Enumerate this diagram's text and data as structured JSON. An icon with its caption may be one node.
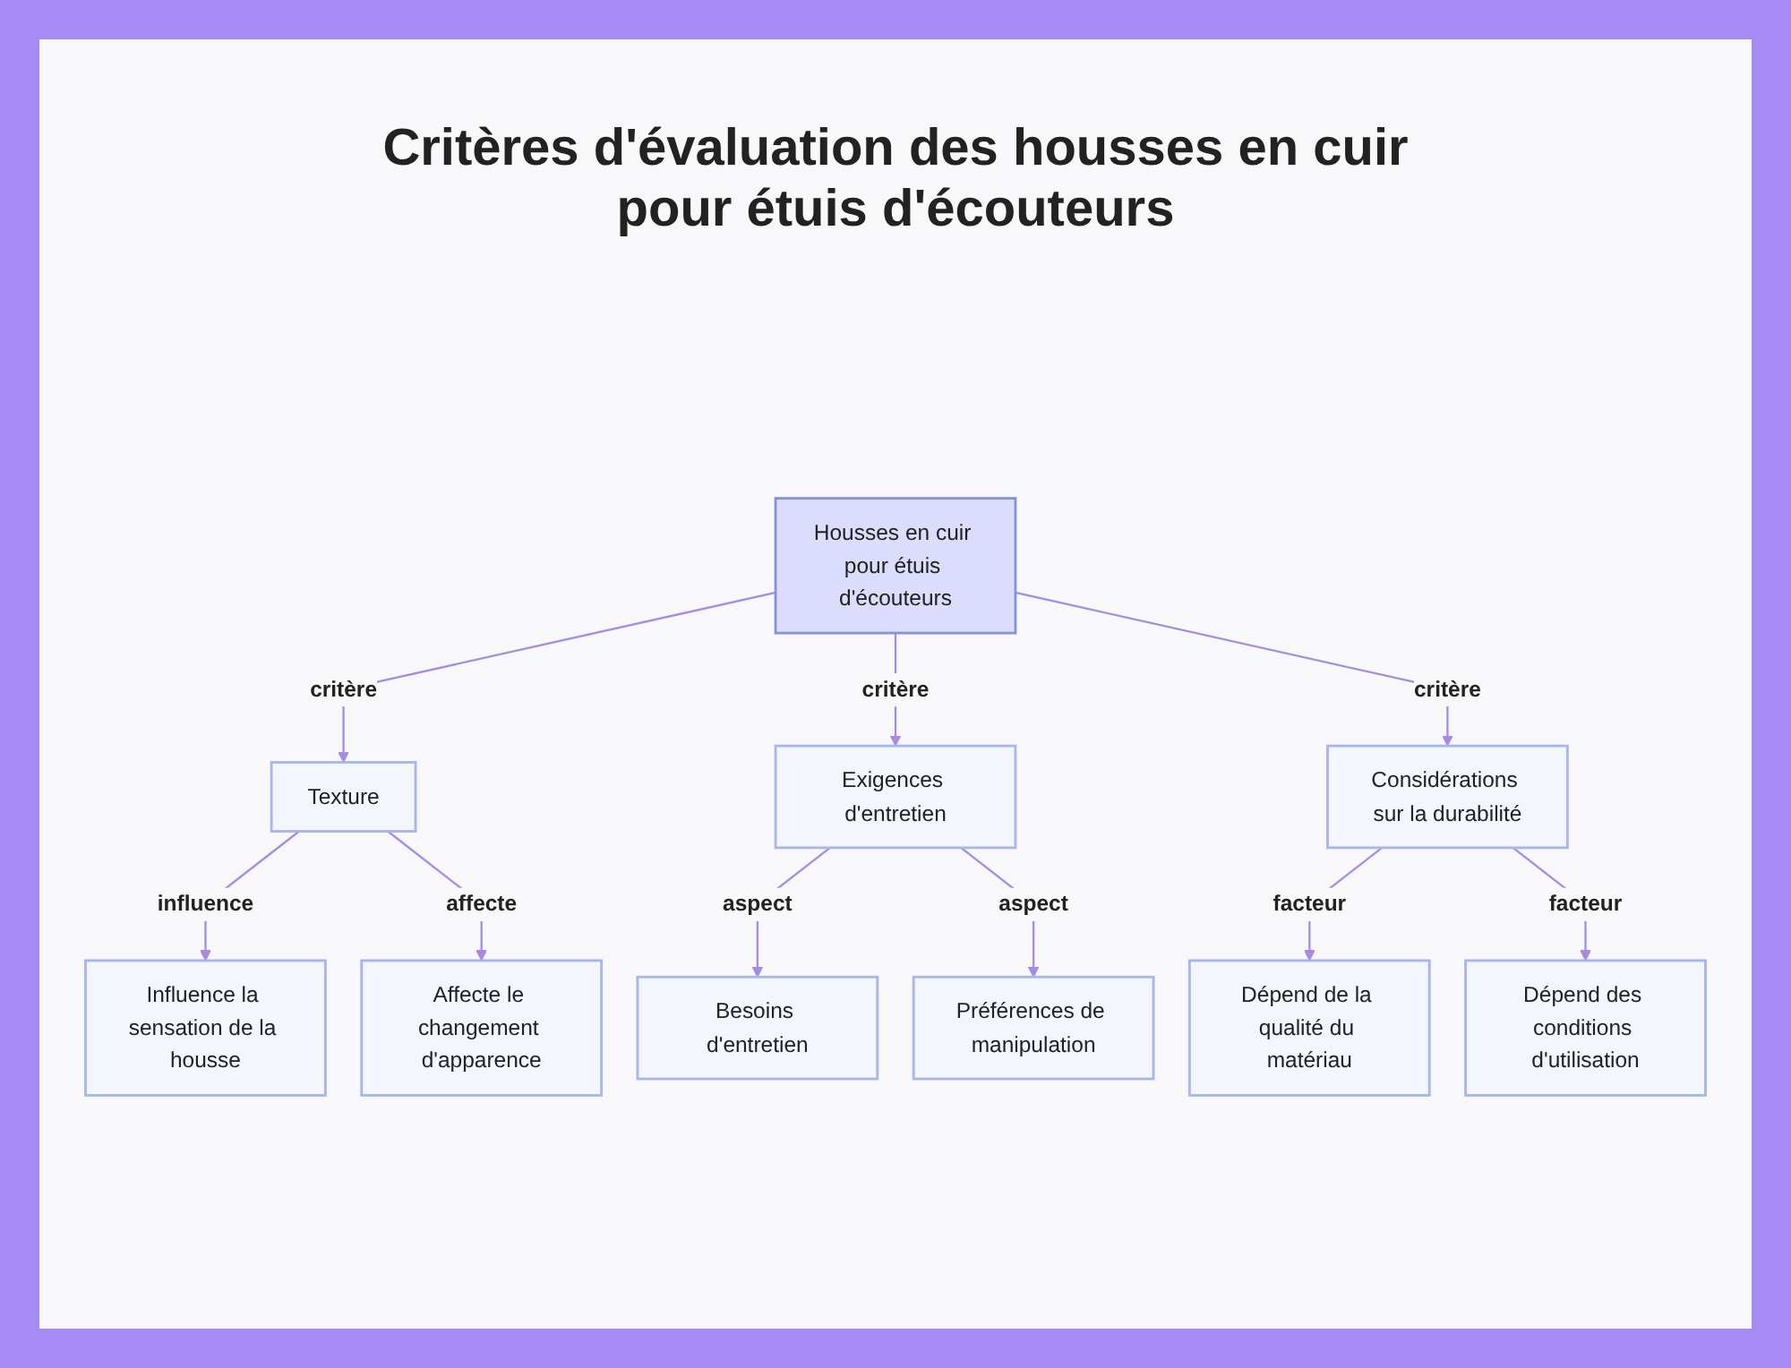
{
  "diagram": {
    "title": "Critères d'évaluation des housses en cuir pour étuis d'écouteurs",
    "nodes": [
      {
        "text": [
          "Housses en cuir pour étuis d'écouteurs"
        ]
      },
      {
        "text": [
          "Texture"
        ]
      },
      {
        "text": [
          "Exigences d'entretien"
        ]
      },
      {
        "text": [
          "Considérations sur la durabilité"
        ]
      },
      {
        "text": [
          "Influence la sensation de la housse"
        ]
      },
      {
        "text": [
          "Affecte le changement d'apparence"
        ]
      },
      {
        "text": [
          "Besoins d'entretien"
        ]
      },
      {
        "text": [
          "Préférences de manipulation"
        ]
      },
      {
        "text": [
          "Dépend de la qualité du matériau"
        ]
      },
      {
        "text": [
          "Dépend des conditions d'utilisation"
        ]
      }
    ],
    "edges": [
      {
        "from": 0,
        "to": 1,
        "arrow": "to",
        "label": "critère"
      },
      {
        "from": 0,
        "to": 2,
        "arrow": "to",
        "label": "critère"
      },
      {
        "from": 0,
        "to": 3,
        "arrow": "to",
        "label": "critère"
      },
      {
        "from": 1,
        "to": 4,
        "arrow": "to",
        "label": "influence"
      },
      {
        "from": 1,
        "to": 5,
        "arrow": "to",
        "label": "affecte"
      },
      {
        "from": 2,
        "to": 6,
        "arrow": "to",
        "label": "aspect"
      },
      {
        "from": 2,
        "to": 7,
        "arrow": "to",
        "label": "aspect"
      },
      {
        "from": 3,
        "to": 8,
        "arrow": "to",
        "label": "facteur"
      },
      {
        "from": 3,
        "to": 9,
        "arrow": "to",
        "label": "facteur"
      }
    ]
  }
}
